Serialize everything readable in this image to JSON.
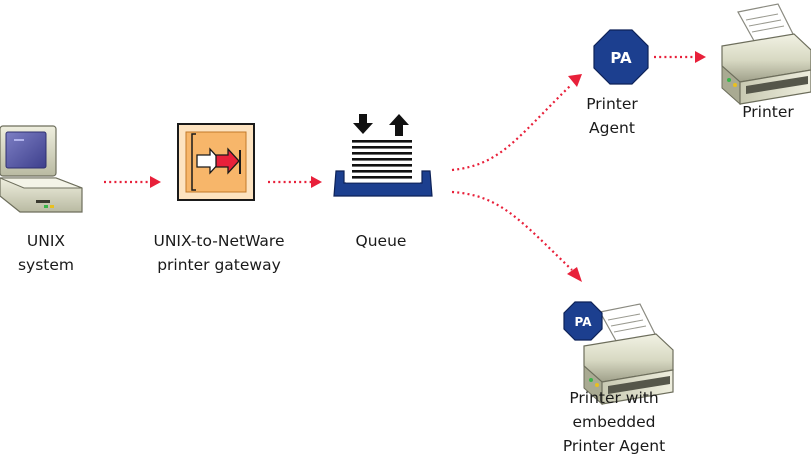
{
  "nodes": {
    "unix_system": {
      "line1": "UNIX",
      "line2": "system",
      "icon": "computer-icon"
    },
    "gateway": {
      "line1": "UNIX-to-NetWare",
      "line2": "printer gateway",
      "icon": "gateway-icon"
    },
    "queue": {
      "label": "Queue",
      "icon": "queue-tray-icon"
    },
    "printer_agent": {
      "badge": "PA",
      "line1": "Printer",
      "line2": "Agent",
      "icon": "printer-agent-badge-icon"
    },
    "printer": {
      "label": "Printer",
      "icon": "printer-icon"
    },
    "embedded_printer": {
      "badge": "PA",
      "line1": "Printer with",
      "line2": "embedded",
      "line3": "Printer Agent",
      "icon": "printer-with-agent-icon"
    }
  },
  "colors": {
    "arrow": "#e8203a",
    "badge": "#1c3f8f",
    "gateway_fill": "#f7b66a",
    "gateway_arrow": "#e8203a",
    "tray": "#1c3f8f"
  }
}
